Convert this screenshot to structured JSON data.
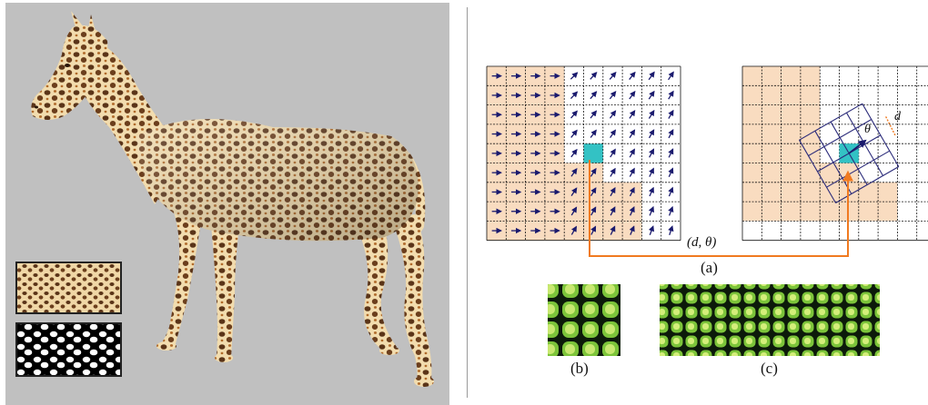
{
  "figure": {
    "captions": {
      "a": "(a)",
      "b": "(b)",
      "c": "(c)"
    },
    "labels": {
      "offset_param": "(d, θ)",
      "distance": "d",
      "angle": "θ"
    }
  },
  "colors": {
    "panel_background": "#c0c0c0",
    "leopard_base": "#f2dcae",
    "leopard_spot": "#5a3418",
    "region_fill": "#f9dcc0",
    "highlight_cell": "#33c2c4",
    "arrow_color": "#1a1a6e",
    "connector_color": "#f07a20",
    "green_texture": "#9ed84a"
  },
  "icons": {
    "horse": "horse-silhouette",
    "arrow": "direction-arrow-icon"
  }
}
